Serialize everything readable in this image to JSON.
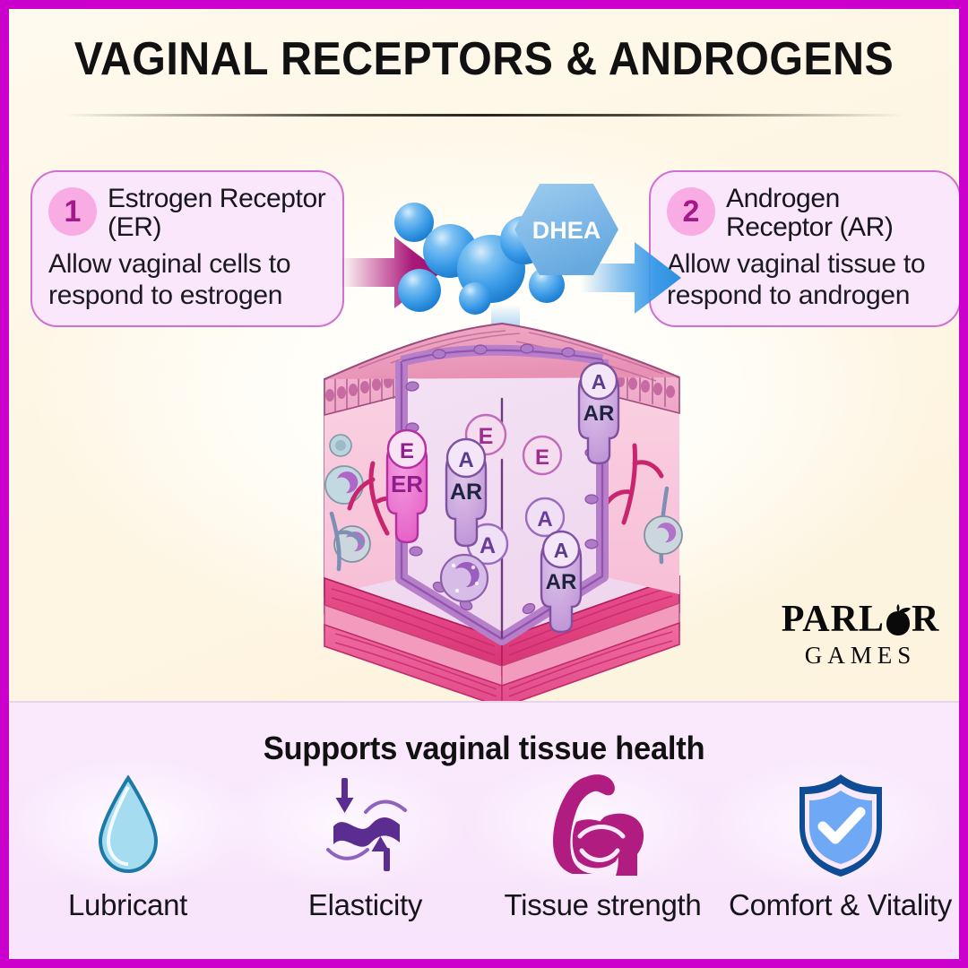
{
  "page": {
    "title": "VAGINAL RECEPTORS & ANDROGENS",
    "border_color": "#CC00CC",
    "top_background": "#FFF8E8",
    "bottom_background": "#F9E6FC"
  },
  "cards": {
    "er": {
      "number": "1",
      "title": "Estrogen Receptor (ER)",
      "body": "Allow vaginal cells to respond to estrogen",
      "badge_color": "#F9ACE4",
      "badge_text_color": "#A3198A",
      "border_color": "#D06FD0",
      "fill_color": "#FBE7FB"
    },
    "ar": {
      "number": "2",
      "title": "Androgen Receptor (AR)",
      "body": "Allow vaginal tissue to respond to androgen",
      "badge_color": "#F9ACE4",
      "badge_text_color": "#A3198A",
      "border_color": "#D06FD0",
      "fill_color": "#FBE7FB"
    }
  },
  "molecule": {
    "hexagon_label": "DHEA",
    "hexagon_color": "#7FB9E8",
    "sphere_color": "#3B9BE8"
  },
  "arrows": {
    "left_to_center": {
      "name": "magenta-right-arrow",
      "color": "#B01C80"
    },
    "center_to_right": {
      "name": "blue-right-arrow",
      "color": "#3B9BE8"
    },
    "center_down": {
      "name": "blue-down-arrow",
      "color": "#3B9BE8"
    }
  },
  "tissue_diagram": {
    "name": "vaginal-tissue-cross-section",
    "receptor_labels": [
      {
        "id": "er-receptor-left",
        "top": "E",
        "bottom": "ER",
        "color": "#E865C8"
      },
      {
        "id": "ar-receptor-left",
        "top": "A",
        "bottom": "AR",
        "color": "#C59EDB"
      },
      {
        "id": "ar-receptor-top-right",
        "top": "A",
        "bottom": "AR",
        "color": "#C59EDB"
      },
      {
        "id": "ar-receptor-bottom-right",
        "top": "A",
        "bottom": "AR",
        "color": "#C59EDB"
      }
    ],
    "free_ligands": [
      {
        "id": "estrogen-1",
        "label": "E"
      },
      {
        "id": "estrogen-2",
        "label": "E"
      },
      {
        "id": "androgen-1",
        "label": "A"
      },
      {
        "id": "androgen-2",
        "label": "A"
      },
      {
        "id": "androgen-3",
        "label": "A"
      }
    ]
  },
  "logo": {
    "line1": "PARL",
    "line1_end": "R",
    "line2": "GAMES"
  },
  "bottom": {
    "heading": "Supports vaginal tissue health",
    "benefits": [
      {
        "icon": "water-drop-icon",
        "label": "Lubricant",
        "color": "#A6DCEF"
      },
      {
        "icon": "elasticity-icon",
        "label": "Elasticity",
        "color": "#5B2D90"
      },
      {
        "icon": "flexed-bicep-icon",
        "label": "Tissue strength",
        "color": "#B01C80"
      },
      {
        "icon": "shield-check-icon",
        "label": "Comfort & Vitality",
        "color": "#6FA8F5"
      }
    ]
  }
}
